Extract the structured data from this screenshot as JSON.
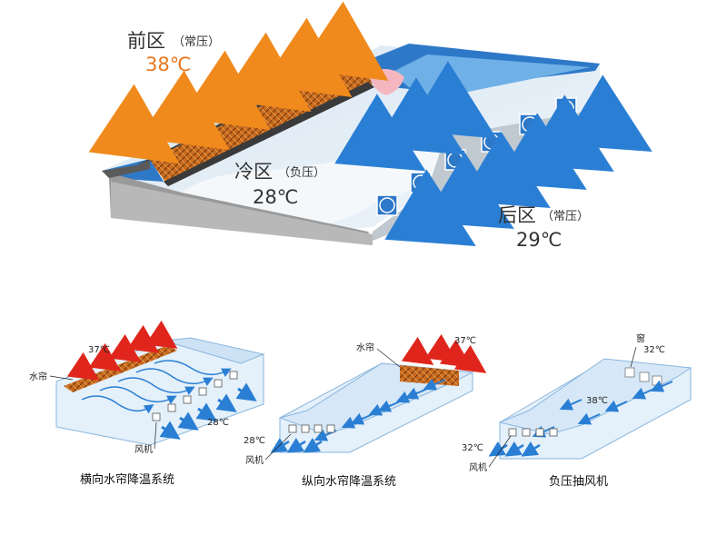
{
  "main": {
    "front_zone": {
      "name": "前区",
      "pressure": "（常压）",
      "temp": "38℃"
    },
    "cold_zone": {
      "name": "冷区",
      "pressure": "（负压）",
      "temp": "28℃"
    },
    "rear_zone": {
      "name": "后区",
      "pressure": "（常压）",
      "temp": "29℃"
    }
  },
  "panels": [
    {
      "caption": "横向水帘降温系统",
      "labels": {
        "curtain": "水帘",
        "outside_temp": "37℃",
        "inside_temp": "28℃",
        "fan": "风机"
      }
    },
    {
      "caption": "纵向水帘降温系统",
      "labels": {
        "curtain": "水帘",
        "outside_temp": "37℃",
        "inside_temp": "28℃",
        "fan": "风机"
      }
    },
    {
      "caption": "负压抽风机",
      "labels": {
        "window": "窗",
        "window_temp": "32℃",
        "inside_temp": "38℃",
        "outside_temp": "32℃",
        "fan": "风机"
      }
    }
  ],
  "colors": {
    "hot_arrow": "#f08a1c",
    "cool_arrow": "#2a7fd4",
    "roof": "#2e78c8",
    "wall": "#9a9a9a",
    "pad": "#c86a1e",
    "small_hot_arrow": "#e0261c"
  }
}
